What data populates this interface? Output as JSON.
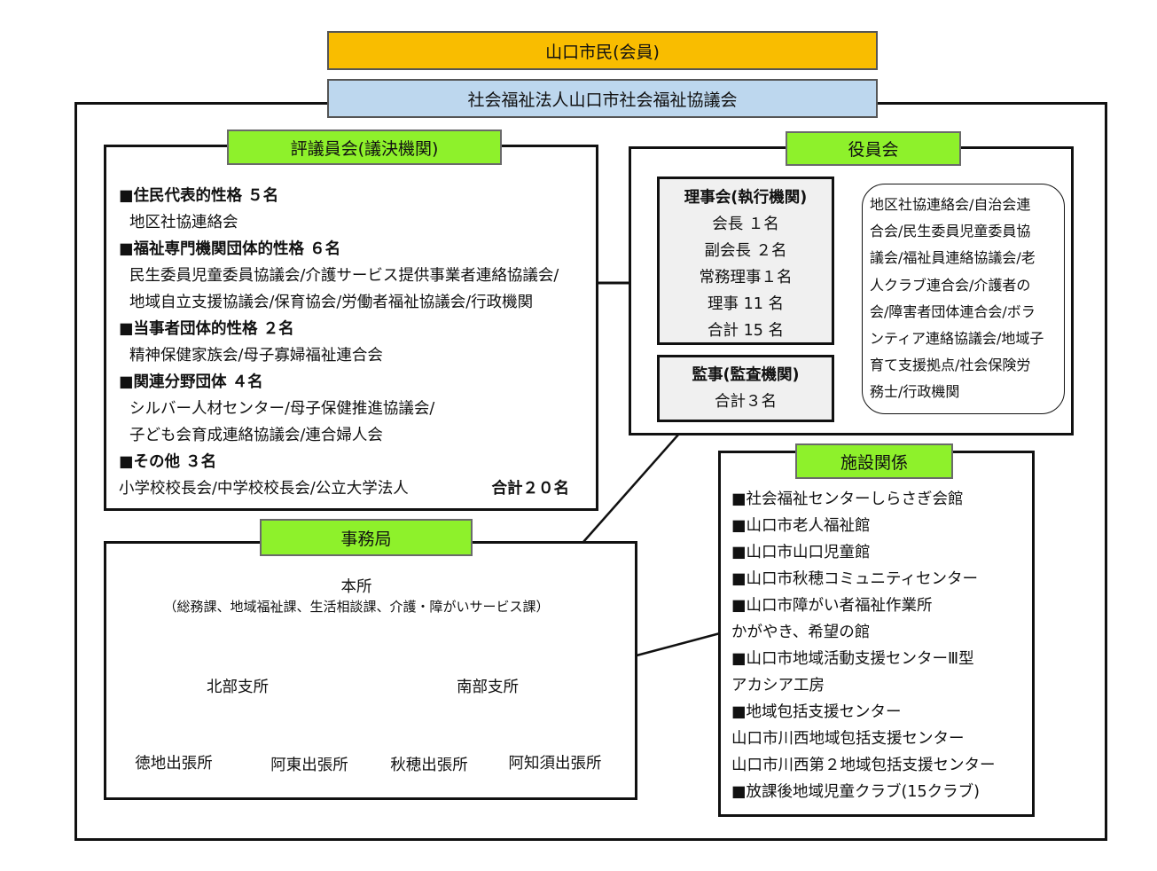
{
  "top_title": "山口市民(会員)",
  "org_title": "社会福祉法人山口市社会福祉協議会",
  "council": {
    "header": "評議員会(議決機関)",
    "lines": [
      {
        "text": "■住民代表的性格 ５名",
        "bold": true
      },
      {
        "text": "地区社協連絡会",
        "bold": false
      },
      {
        "text": "■福祉専門機関団体的性格 ６名",
        "bold": true
      },
      {
        "text": "民生委員児童委員協議会/介護サービス提供事業者連絡協議会/",
        "bold": false
      },
      {
        "text": "地域自立支援協議会/保育協会/労働者福祉協議会/行政機関",
        "bold": false
      },
      {
        "text": "■当事者団体的性格 ２名",
        "bold": true
      },
      {
        "text": "精神保健家族会/母子寡婦福祉連合会",
        "bold": false
      },
      {
        "text": "■関連分野団体 ４名",
        "bold": true
      },
      {
        "text": "シルバー人材センター/母子保健推進協議会/",
        "bold": false
      },
      {
        "text": "子ども会育成連絡協議会/連合婦人会",
        "bold": false
      },
      {
        "text": "■その他 ３名",
        "bold": true
      }
    ],
    "last_line": "小学校校長会/中学校校長会/公立大学法人",
    "total": "合計２０名"
  },
  "officers": {
    "header": "役員会",
    "board": {
      "title": "理事会(執行機関)",
      "lines": [
        "会長 １名",
        "副会長 ２名",
        "常務理事１名",
        "理事 11 名",
        "合計 15 名"
      ]
    },
    "auditor": {
      "title": "監事(監査機関)",
      "total": "合計３名"
    },
    "callout_lines": [
      "地区社協連絡会/自治会連",
      "合会/民生委員児童委員協",
      "議会/福祉員連絡協議会/老",
      "人クラブ連合会/介護者の",
      "会/障害者団体連合会/ボラ",
      "ンティア連絡協議会/地域子",
      "育て支援拠点/社会保険労",
      "務士/行政機関"
    ]
  },
  "secretariat": {
    "header": "事務局",
    "main_office": "本所",
    "main_office_depts": "（総務課、地域福祉課、生活相談課、介護・障がいサービス課）",
    "north_branch": "北部支所",
    "south_branch": "南部支所",
    "north_offices": [
      "徳地出張所",
      "阿東出張所"
    ],
    "south_offices": [
      "秋穂出張所",
      "阿知須出張所"
    ]
  },
  "facilities": {
    "header": "施設関係",
    "lines": [
      "■社会福祉センターしらさぎ会館",
      "■山口市老人福祉館",
      "■山口市山口児童館",
      "■山口市秋穂コミュニティセンター",
      "■山口市障がい者福祉作業所",
      " かがやき、希望の館",
      "■山口市地域活動支援センターⅢ型",
      " アカシア工房",
      "■地域包括支援センター",
      " 山口市川西地域包括支援センター",
      " 山口市川西第２地域包括支援センター",
      "■放課後地域児童クラブ(15クラブ)"
    ]
  },
  "colors": {
    "top_title_bg": "#f9bd00",
    "org_title_bg": "#bdd7ee",
    "section_header_bg": "#8ef12b",
    "inner_box_bg": "#f0f0f0"
  }
}
